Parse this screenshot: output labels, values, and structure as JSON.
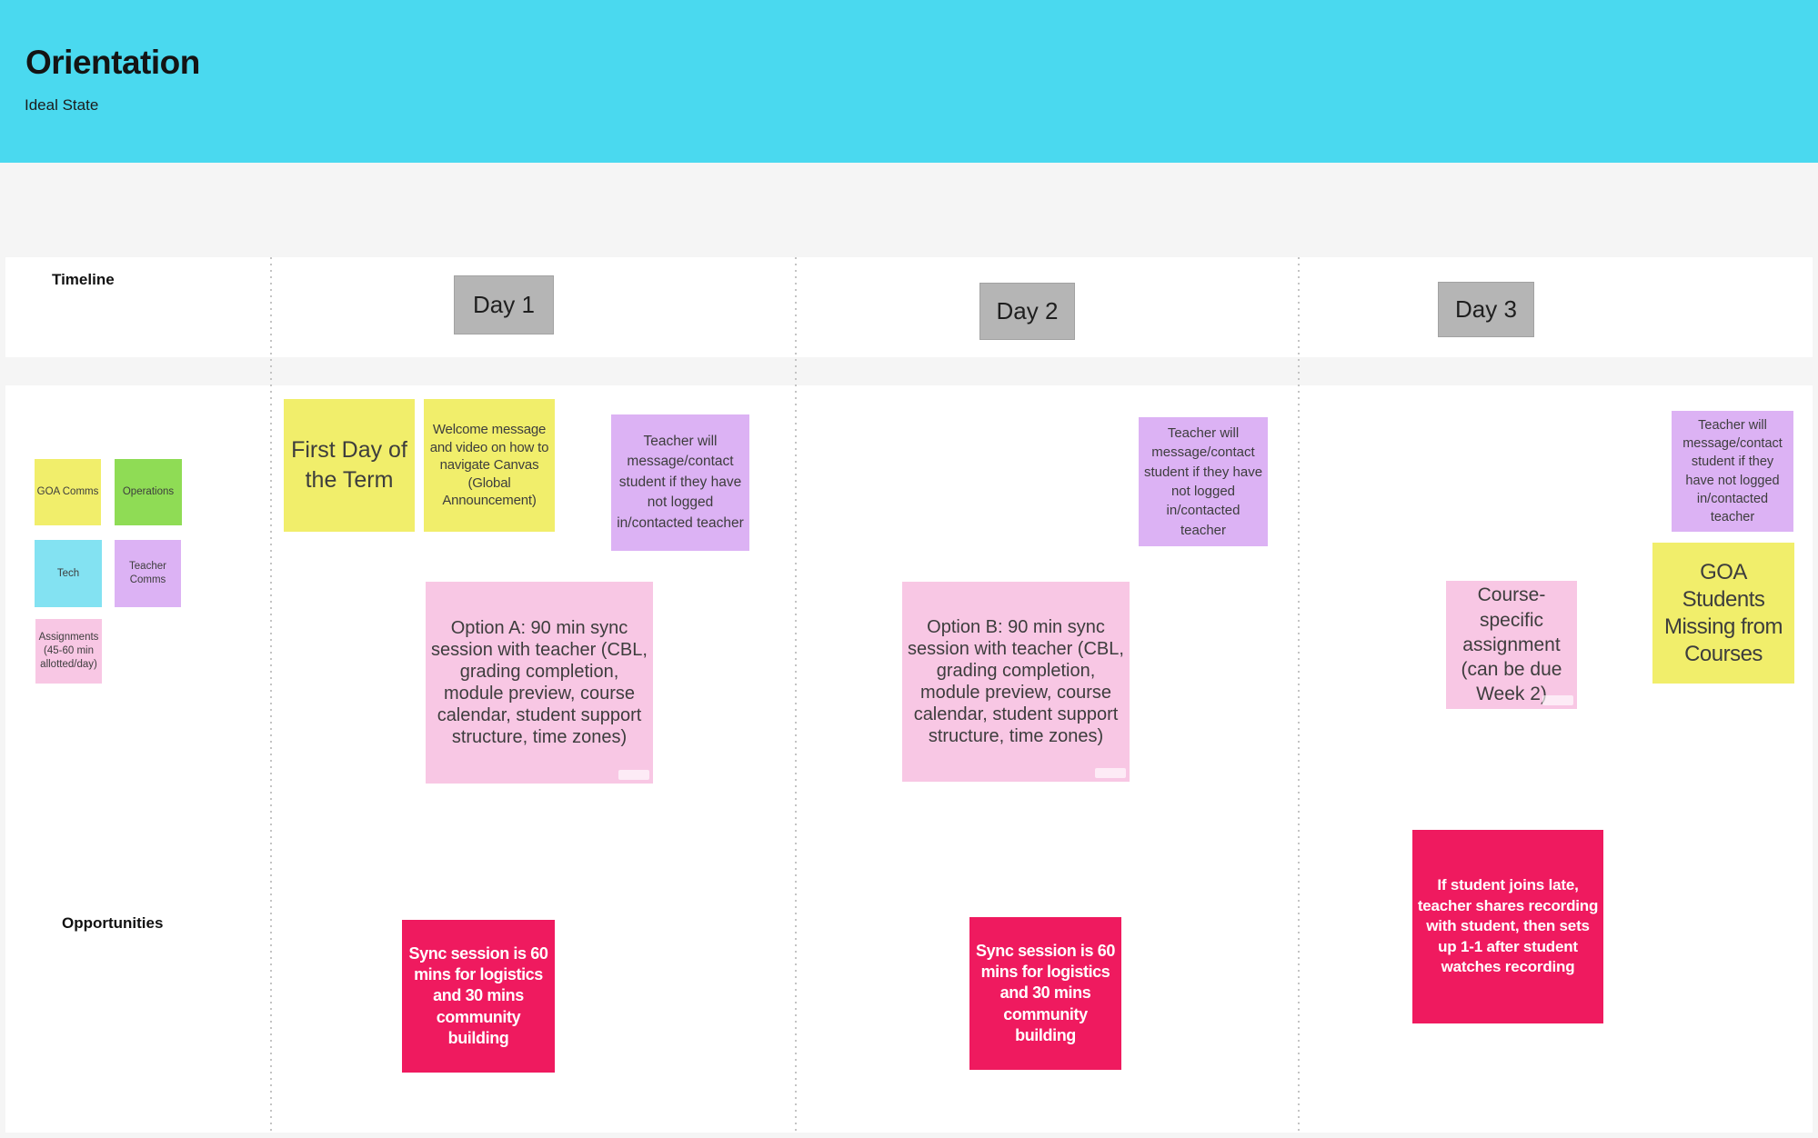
{
  "header": {
    "title": "Orientation",
    "subtitle": "Ideal State",
    "background_color": "#4AD9EF"
  },
  "row_labels": {
    "timeline": "Timeline",
    "opportunities": "Opportunities"
  },
  "timeline": {
    "days": [
      {
        "label": "Day 1"
      },
      {
        "label": "Day 2"
      },
      {
        "label": "Day 3"
      }
    ],
    "chip_color": "#B5B5B5"
  },
  "legend": {
    "items": [
      {
        "id": "goa-comms",
        "label": "GOA Comms",
        "color": "#F1EE6B"
      },
      {
        "id": "operations",
        "label": "Operations",
        "color": "#8FDC55"
      },
      {
        "id": "tech",
        "label": "Tech",
        "color": "#83E2F2"
      },
      {
        "id": "teacher-comms",
        "label": "Teacher Comms",
        "color": "#DCB2F4"
      },
      {
        "id": "assignments",
        "label": "Assignments (45-60 min allotted/day)",
        "color": "#F8C7E4"
      }
    ]
  },
  "stickies": {
    "first_day": {
      "text": "First Day of the Term",
      "color": "#F1EE6B"
    },
    "welcome": {
      "text": "Welcome message and video on how to navigate Canvas (Global Announcement)",
      "color": "#F1EE6B"
    },
    "teacher_day1": {
      "text": "Teacher will message/contact student if they have not logged in/contacted teacher",
      "color": "#DCB2F4"
    },
    "teacher_day2": {
      "text": "Teacher will message/contact student if they have not logged in/contacted teacher",
      "color": "#DCB2F4"
    },
    "teacher_day3": {
      "text": "Teacher will message/contact student if they have not logged in/contacted teacher",
      "color": "#DCB2F4"
    },
    "option_a": {
      "text": "Option A: 90 min sync session with teacher (CBL, grading completion, module preview, course calendar, student support structure, time zones)",
      "color": "#F8C7E4"
    },
    "option_b": {
      "text": "Option B: 90 min sync session with teacher (CBL, grading completion, module preview, course calendar, student support structure, time zones)",
      "color": "#F8C7E4"
    },
    "sync_day1": {
      "text": "Sync session is 60 mins for logistics and 30 mins community building",
      "color": "#EF1A5F"
    },
    "sync_day2": {
      "text": "Sync session is 60 mins for logistics and 30 mins community building",
      "color": "#EF1A5F"
    },
    "late_join": {
      "text": "If student joins late, teacher shares recording with student, then sets up 1-1 after student watches recording",
      "color": "#EF1A5F"
    },
    "goa_missing": {
      "text": "GOA Students Missing from Courses",
      "color": "#F1EE6B"
    },
    "course_specific": {
      "text": "Course-specific assignment (can be due Week 2)",
      "color": "#F8C7E4"
    }
  }
}
